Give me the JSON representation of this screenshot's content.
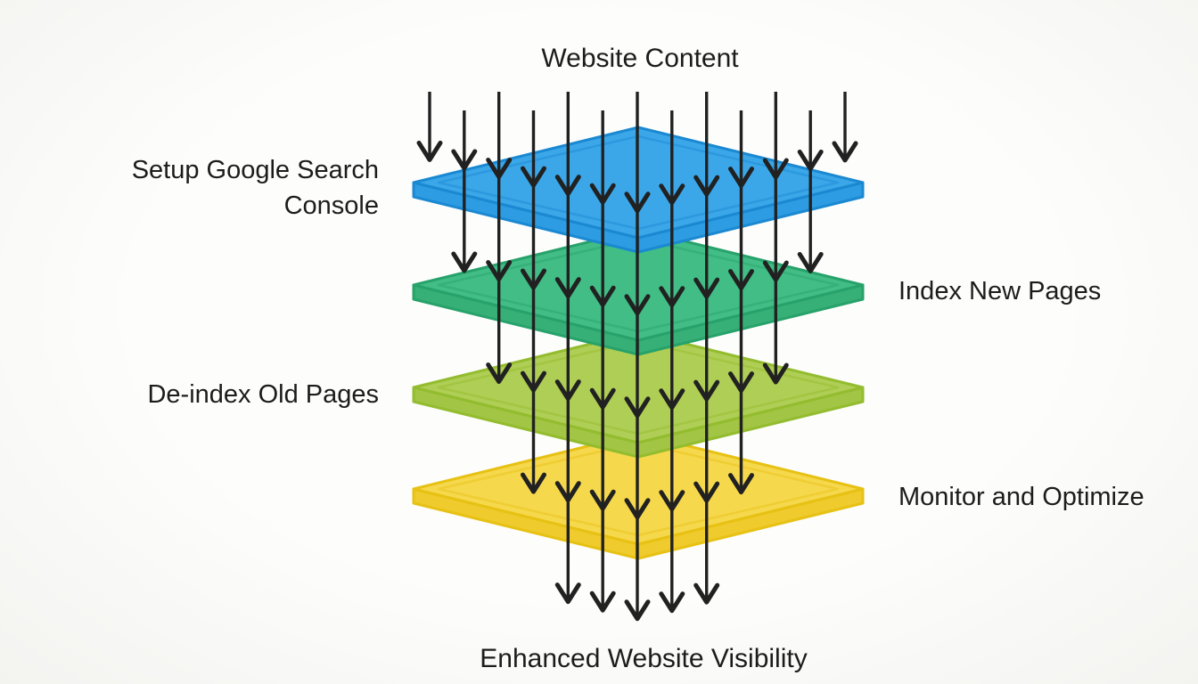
{
  "top_label": "Website Content",
  "bottom_label": "Enhanced Website Visibility",
  "layers": [
    {
      "id": "setup-google-search-console",
      "label": "Setup Google Search Console",
      "label_side": "left",
      "fill": "#3BA7E9",
      "side": "#2E9CE2",
      "stroke": "#1A89D2"
    },
    {
      "id": "index-new-pages",
      "label": "Index New Pages",
      "label_side": "right",
      "fill": "#41BD85",
      "side": "#37B077",
      "stroke": "#27A26A"
    },
    {
      "id": "de-index-old-pages",
      "label": "De-index Old Pages",
      "label_side": "left",
      "fill": "#AFCE55",
      "side": "#A2C545",
      "stroke": "#93BC2E"
    },
    {
      "id": "monitor-and-optimize",
      "label": "Monitor and Optimize",
      "label_side": "right",
      "fill": "#F6D84D",
      "side": "#EFCB2D",
      "stroke": "#E7C113"
    }
  ],
  "arrows": {
    "columns": 13,
    "per_band_counts": [
      13,
      11,
      9,
      7,
      5
    ],
    "color": "#212121"
  },
  "text_color": "#1c1c1c"
}
